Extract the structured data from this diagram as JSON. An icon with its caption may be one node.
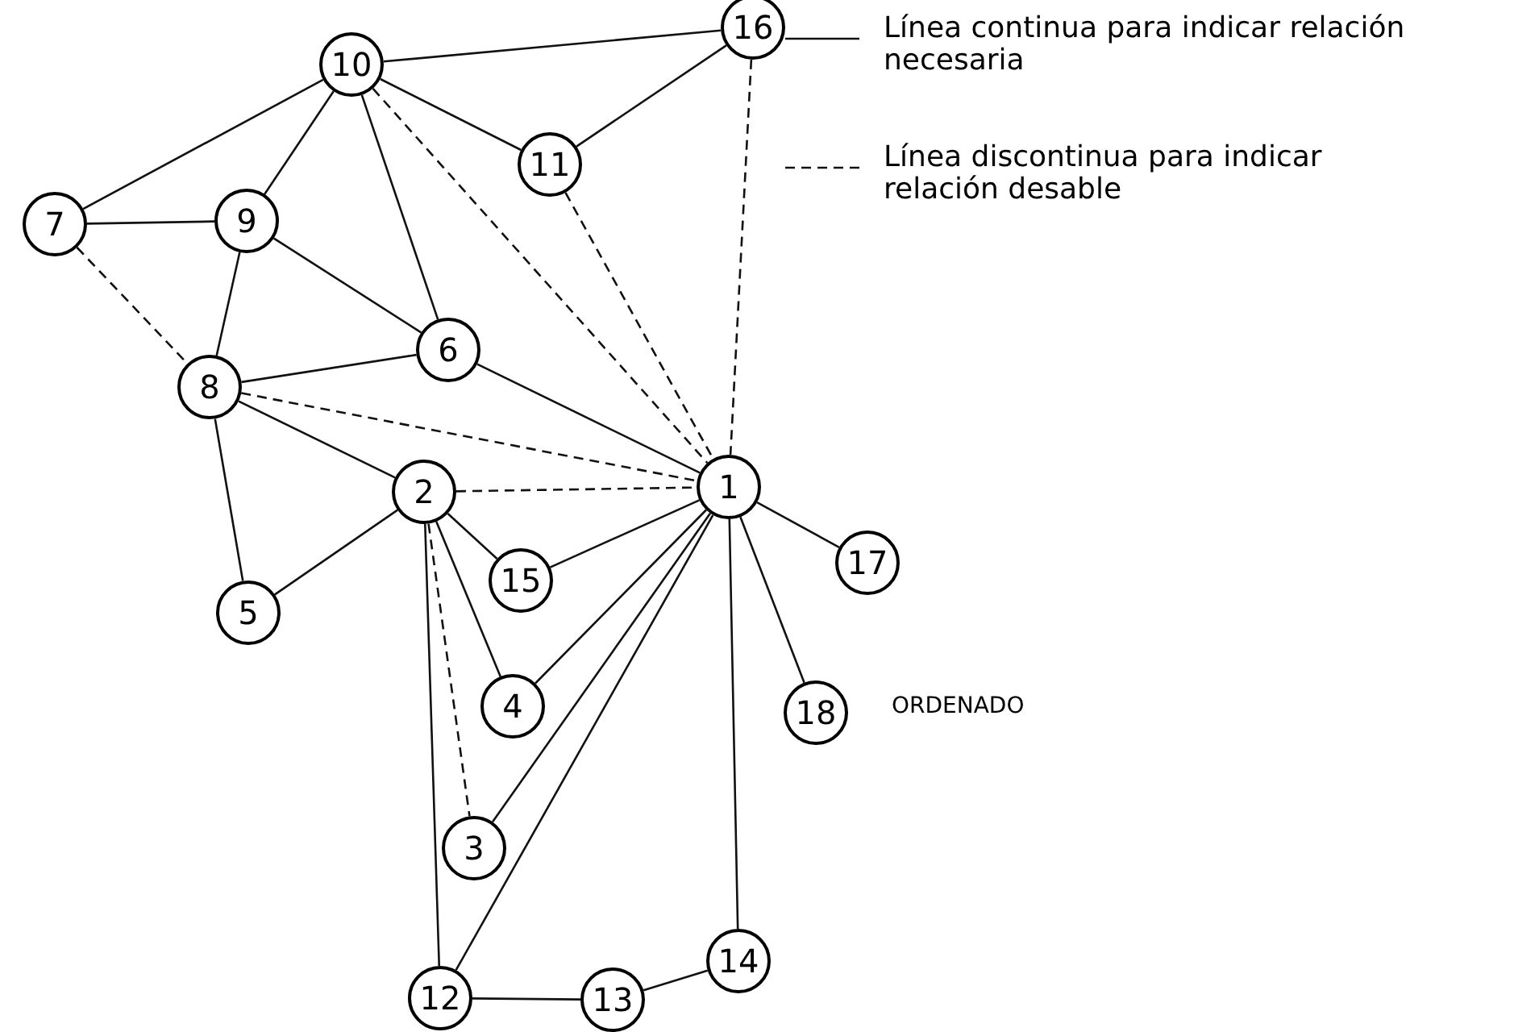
{
  "diagram": {
    "nodes": [
      {
        "text": [
          "1"
        ]
      },
      {
        "text": [
          "2"
        ]
      },
      {
        "text": [
          "3"
        ]
      },
      {
        "text": [
          "4"
        ]
      },
      {
        "text": [
          "5"
        ]
      },
      {
        "text": [
          "6"
        ]
      },
      {
        "text": [
          "7"
        ]
      },
      {
        "text": [
          "8"
        ]
      },
      {
        "text": [
          "9"
        ]
      },
      {
        "text": [
          "10"
        ]
      },
      {
        "text": [
          "11"
        ]
      },
      {
        "text": [
          "12"
        ]
      },
      {
        "text": [
          "13"
        ]
      },
      {
        "text": [
          "14"
        ]
      },
      {
        "text": [
          "15"
        ]
      },
      {
        "text": [
          "16"
        ]
      },
      {
        "text": [
          "17"
        ]
      },
      {
        "text": [
          "18"
        ]
      }
    ],
    "edges": [
      {
        "from": 9,
        "to": 15,
        "arrow": "none"
      },
      {
        "from": 6,
        "to": 9,
        "arrow": "none"
      },
      {
        "from": 9,
        "to": 8,
        "arrow": "none"
      },
      {
        "from": 6,
        "to": 8,
        "arrow": "none"
      },
      {
        "from": 9,
        "to": 10,
        "arrow": "none"
      },
      {
        "from": 10,
        "to": 15,
        "arrow": "none"
      },
      {
        "from": 9,
        "to": 5,
        "arrow": "none"
      },
      {
        "from": 8,
        "to": 7,
        "arrow": "none"
      },
      {
        "from": 8,
        "to": 5,
        "arrow": "none"
      },
      {
        "from": 7,
        "to": 5,
        "arrow": "none"
      },
      {
        "from": 5,
        "to": 0,
        "arrow": "none"
      },
      {
        "from": 7,
        "to": 1,
        "arrow": "none"
      },
      {
        "from": 7,
        "to": 4,
        "arrow": "none"
      },
      {
        "from": 4,
        "to": 1,
        "arrow": "none"
      },
      {
        "from": 1,
        "to": 14,
        "arrow": "none"
      },
      {
        "from": 1,
        "to": 3,
        "arrow": "none"
      },
      {
        "from": 1,
        "to": 11,
        "arrow": "none"
      },
      {
        "from": 14,
        "to": 0,
        "arrow": "none"
      },
      {
        "from": 3,
        "to": 0,
        "arrow": "none"
      },
      {
        "from": 2,
        "to": 0,
        "arrow": "none"
      },
      {
        "from": 11,
        "to": 0,
        "arrow": "none"
      },
      {
        "from": 0,
        "to": 13,
        "arrow": "none"
      },
      {
        "from": 0,
        "to": 16,
        "arrow": "none"
      },
      {
        "from": 0,
        "to": 17,
        "arrow": "none"
      },
      {
        "from": 11,
        "to": 12,
        "arrow": "none"
      },
      {
        "from": 12,
        "to": 13,
        "arrow": "none"
      },
      {
        "from": 6,
        "to": 7,
        "arrow": "none",
        "style": "dashed"
      },
      {
        "from": 9,
        "to": 0,
        "arrow": "none",
        "style": "dashed"
      },
      {
        "from": 10,
        "to": 0,
        "arrow": "none",
        "style": "dashed"
      },
      {
        "from": 15,
        "to": 0,
        "arrow": "none",
        "style": "dashed"
      },
      {
        "from": 7,
        "to": 0,
        "arrow": "none",
        "style": "dashed"
      },
      {
        "from": 1,
        "to": 0,
        "arrow": "none",
        "style": "dashed"
      },
      {
        "from": 1,
        "to": 2,
        "arrow": "none",
        "style": "dashed"
      }
    ],
    "labels": [
      "ORDENADO"
    ],
    "legend": [
      {
        "text": "Línea continua para indicar relación necesaria"
      },
      {
        "text": "Línea discontinua para indicar relación desable"
      }
    ]
  }
}
